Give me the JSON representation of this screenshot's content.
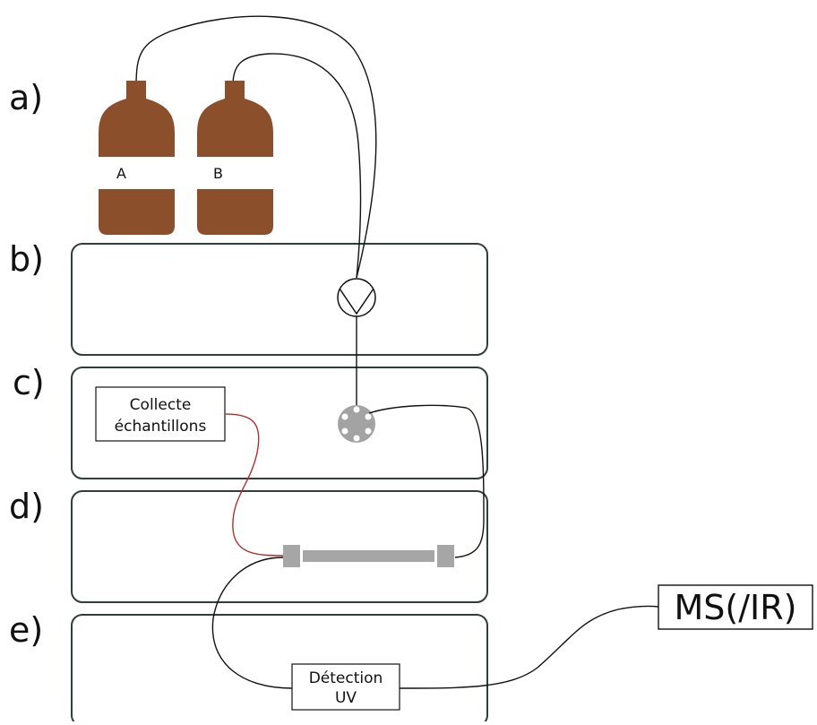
{
  "labels": {
    "a": "a)",
    "b": "b)",
    "c": "c)",
    "d": "d)",
    "e": "e)"
  },
  "bottles": {
    "a": "A",
    "b": "B"
  },
  "collecte": {
    "line1": "Collecte",
    "line2": "échantillons"
  },
  "detection": {
    "line1": "Détection",
    "line2": "UV"
  },
  "ms": {
    "label": "MS(/IR)"
  },
  "colors": {
    "bottle": "#8b4f2c",
    "module_border": "#2f3e3b",
    "injector": "#a3a3a3",
    "column": "#a6a6a6",
    "waste_tubing": "#b03030",
    "tubing": "#111111"
  },
  "icons": [
    "pump-icon",
    "injector-valve-icon",
    "column-icon",
    "bottle-icon"
  ]
}
